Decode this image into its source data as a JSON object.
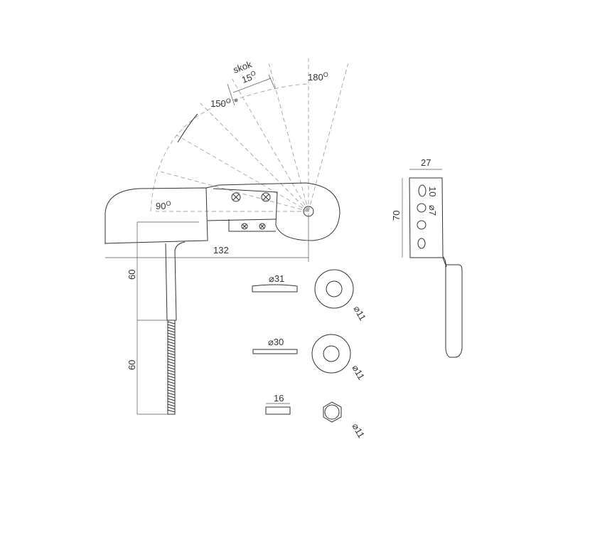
{
  "hinge": {
    "jump_label": "skok",
    "jump_angle": "15",
    "angle_150": "150",
    "angle_180": "180",
    "angle_90": "90",
    "degree_mark": "O",
    "length": "132",
    "height_upper": "60",
    "height_thread": "60"
  },
  "washer_1": {
    "outer": "⌀31",
    "hole": "⌀11"
  },
  "washer_2": {
    "outer": "⌀30",
    "hole": "⌀11"
  },
  "nut": {
    "width": "16",
    "hole": "⌀11"
  },
  "bracket": {
    "width": "27",
    "height": "70",
    "slot": "10",
    "hole": "⌀7"
  }
}
